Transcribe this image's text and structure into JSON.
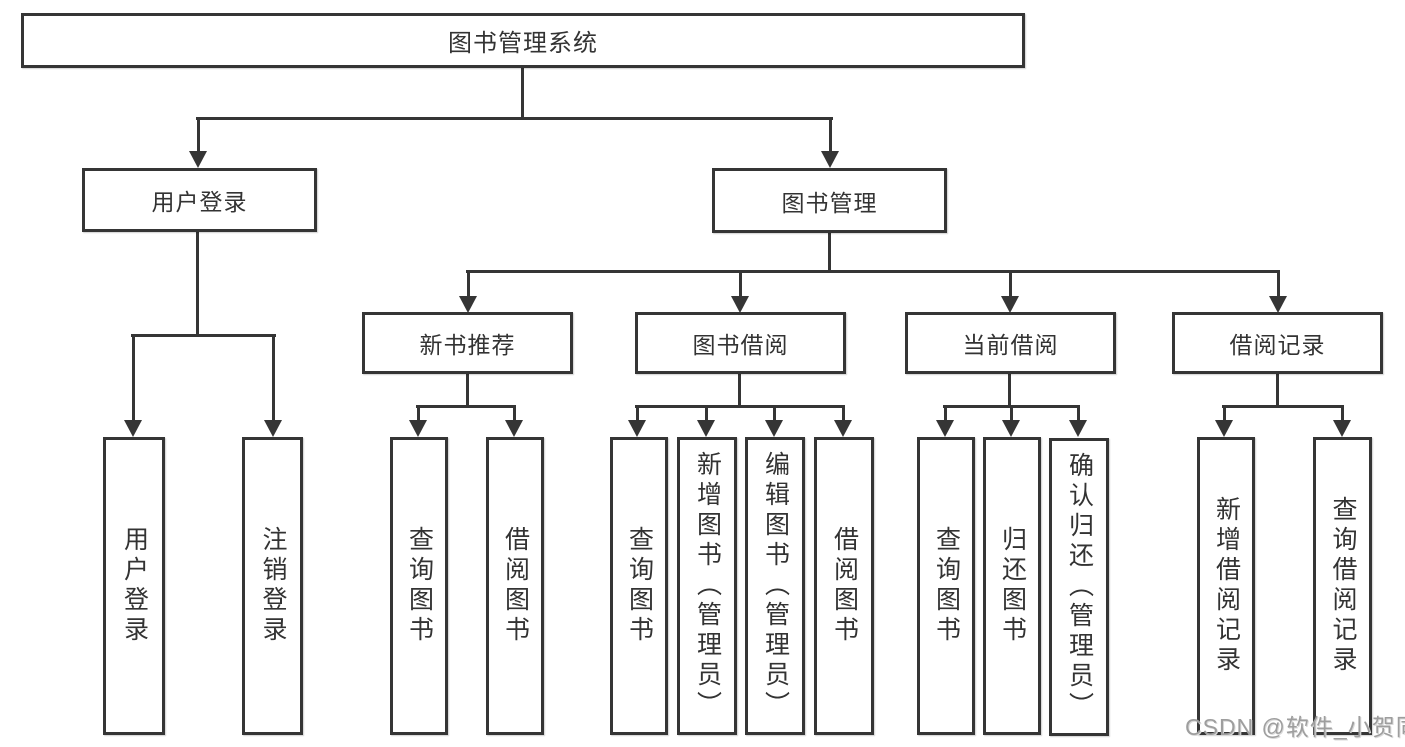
{
  "diagram": {
    "title": "图书管理系统",
    "watermark": "CSDN @软件_小贺同学",
    "colors": {
      "line": "#353535",
      "text": "#333333",
      "background": "#ffffff",
      "watermark": "#9e9e9e"
    },
    "nodes": {
      "root": {
        "label": "图书管理系统"
      },
      "user_login": {
        "label": "用户登录"
      },
      "book_mgmt": {
        "label": "图书管理"
      },
      "new_book_rec": {
        "label": "新书推荐"
      },
      "book_borrow": {
        "label": "图书借阅"
      },
      "current_borrow": {
        "label": "当前借阅"
      },
      "borrow_record": {
        "label": "借阅记录"
      },
      "leaf_user_login": {
        "label": "用户登录"
      },
      "leaf_logout": {
        "label": "注销登录"
      },
      "leaf_query_book_rec": {
        "label": "查询图书"
      },
      "leaf_borrow_book_rec": {
        "label": "借阅图书"
      },
      "leaf_query_book_borrow": {
        "label": "查询图书"
      },
      "leaf_add_book_admin": {
        "label": "新增图书（管理员）"
      },
      "leaf_edit_book_admin": {
        "label": "编辑图书（管理员）"
      },
      "leaf_borrow_book_borrow": {
        "label": "借阅图书"
      },
      "leaf_query_book_current": {
        "label": "查询图书"
      },
      "leaf_return_book": {
        "label": "归还图书"
      },
      "leaf_confirm_return_admin": {
        "label": "确认归还（管理员）"
      },
      "leaf_add_borrow_record": {
        "label": "新增借阅记录"
      },
      "leaf_query_borrow_record": {
        "label": "查询借阅记录"
      }
    }
  }
}
